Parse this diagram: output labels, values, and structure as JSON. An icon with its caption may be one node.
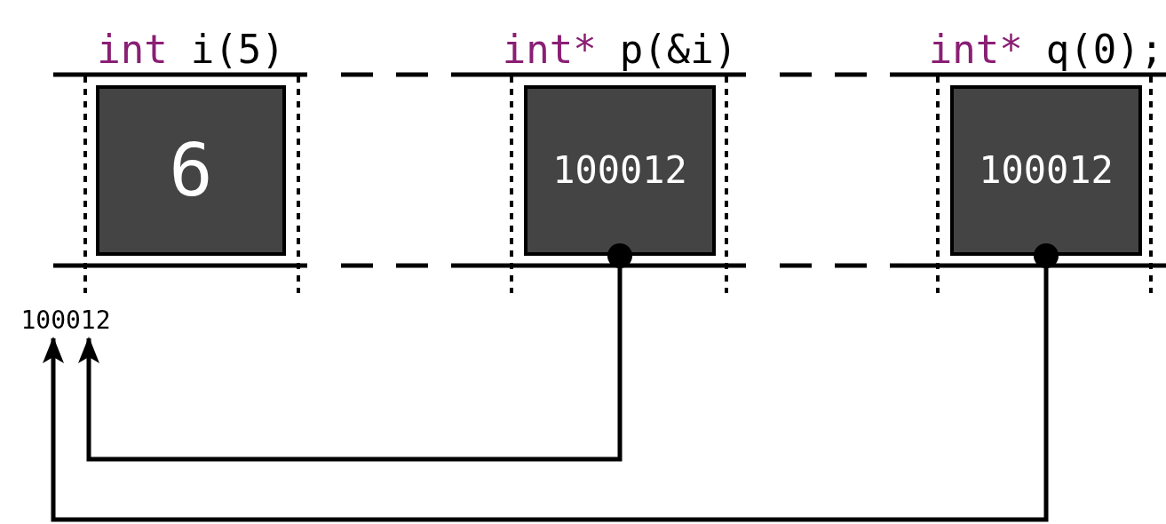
{
  "diagram": {
    "nodes": [
      {
        "text": [
          "int",
          "i(5)",
          "6"
        ]
      },
      {
        "text": [
          "int*",
          "p(&i)",
          "100012"
        ]
      },
      {
        "text": [
          "int*",
          "q(0);",
          "100012"
        ]
      },
      {
        "text": [
          "100012"
        ]
      }
    ],
    "edges": [
      {
        "from": 1,
        "to": 3,
        "arrow": "to"
      },
      {
        "from": 2,
        "to": 3,
        "arrow": "to"
      }
    ]
  }
}
